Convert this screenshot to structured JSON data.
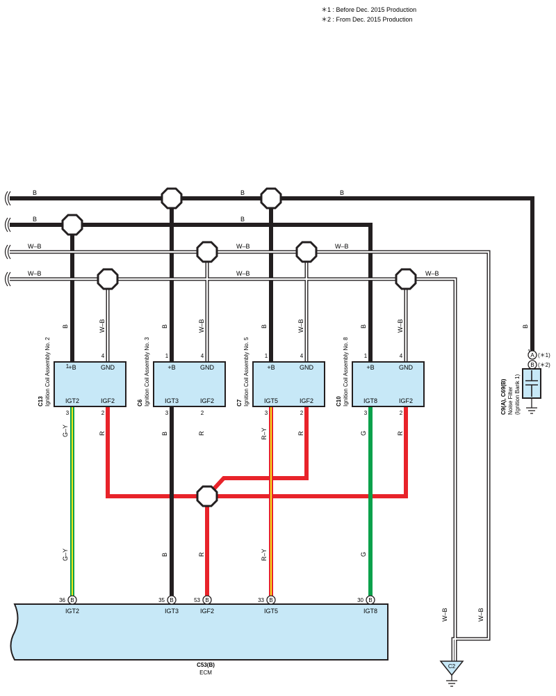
{
  "notes": {
    "note1": "＊1 : Before Dec.  2015 Production",
    "note2": "＊2 : From Dec.  2015 Production"
  },
  "colors": {
    "black_wire": "#231f20",
    "red_wire": "#e8232a",
    "green_wire": "#0aa14b",
    "yellow_stripe": "#f5e61e",
    "component_fill": "#c7e8f7"
  },
  "wire_labels": {
    "b": "B",
    "wb": "W–B",
    "r": "R",
    "g": "G",
    "gy": "G–Y",
    "ry": "R–Y"
  },
  "coils": [
    {
      "code": "C13",
      "name": "Ignition Coil Assembly No. 2",
      "pin_b": "1",
      "pin_gnd": "4",
      "pin_igt": "3",
      "pin_igf": "2",
      "lbl_b": "+B",
      "lbl_gnd": "GND",
      "lbl_igt": "IGT2",
      "lbl_igf": "IGF2"
    },
    {
      "code": "C6",
      "name": "Ignition Coil Assembly No. 3",
      "pin_b": "1",
      "pin_gnd": "4",
      "pin_igt": "3",
      "pin_igf": "2",
      "lbl_b": "+B",
      "lbl_gnd": "GND",
      "lbl_igt": "IGT3",
      "lbl_igf": "IGF2"
    },
    {
      "code": "C7",
      "name": "Ignition Coil Assembly No. 5",
      "pin_b": "1",
      "pin_gnd": "4",
      "pin_igt": "3",
      "pin_igf": "2",
      "lbl_b": "+B",
      "lbl_gnd": "GND",
      "lbl_igt": "IGT5",
      "lbl_igf": "IGF2"
    },
    {
      "code": "C10",
      "name": "Ignition Coil Assembly No. 8",
      "pin_b": "1",
      "pin_gnd": "4",
      "pin_igt": "3",
      "pin_igf": "2",
      "lbl_b": "+B",
      "lbl_gnd": "GND",
      "lbl_igt": "IGT8",
      "lbl_igf": "IGF2"
    }
  ],
  "noise_filter": {
    "code": "C9(A), C69(B)",
    "name": "Noise Filter",
    "sub": "(Ignition Bank 1)",
    "pin": "1",
    "conn_a": "A",
    "conn_b": "B",
    "ref_a": "(＊1)",
    "ref_b": "(＊2)"
  },
  "ecm": {
    "code": "C53(B)",
    "name": "ECM",
    "conn": "B",
    "pins": [
      {
        "num": "36",
        "name": "IGT2"
      },
      {
        "num": "35",
        "name": "IGT3"
      },
      {
        "num": "53",
        "name": "IGF2"
      },
      {
        "num": "33",
        "name": "IGT5"
      },
      {
        "num": "30",
        "name": "IGT8"
      }
    ]
  },
  "ground": {
    "label": "C2"
  }
}
